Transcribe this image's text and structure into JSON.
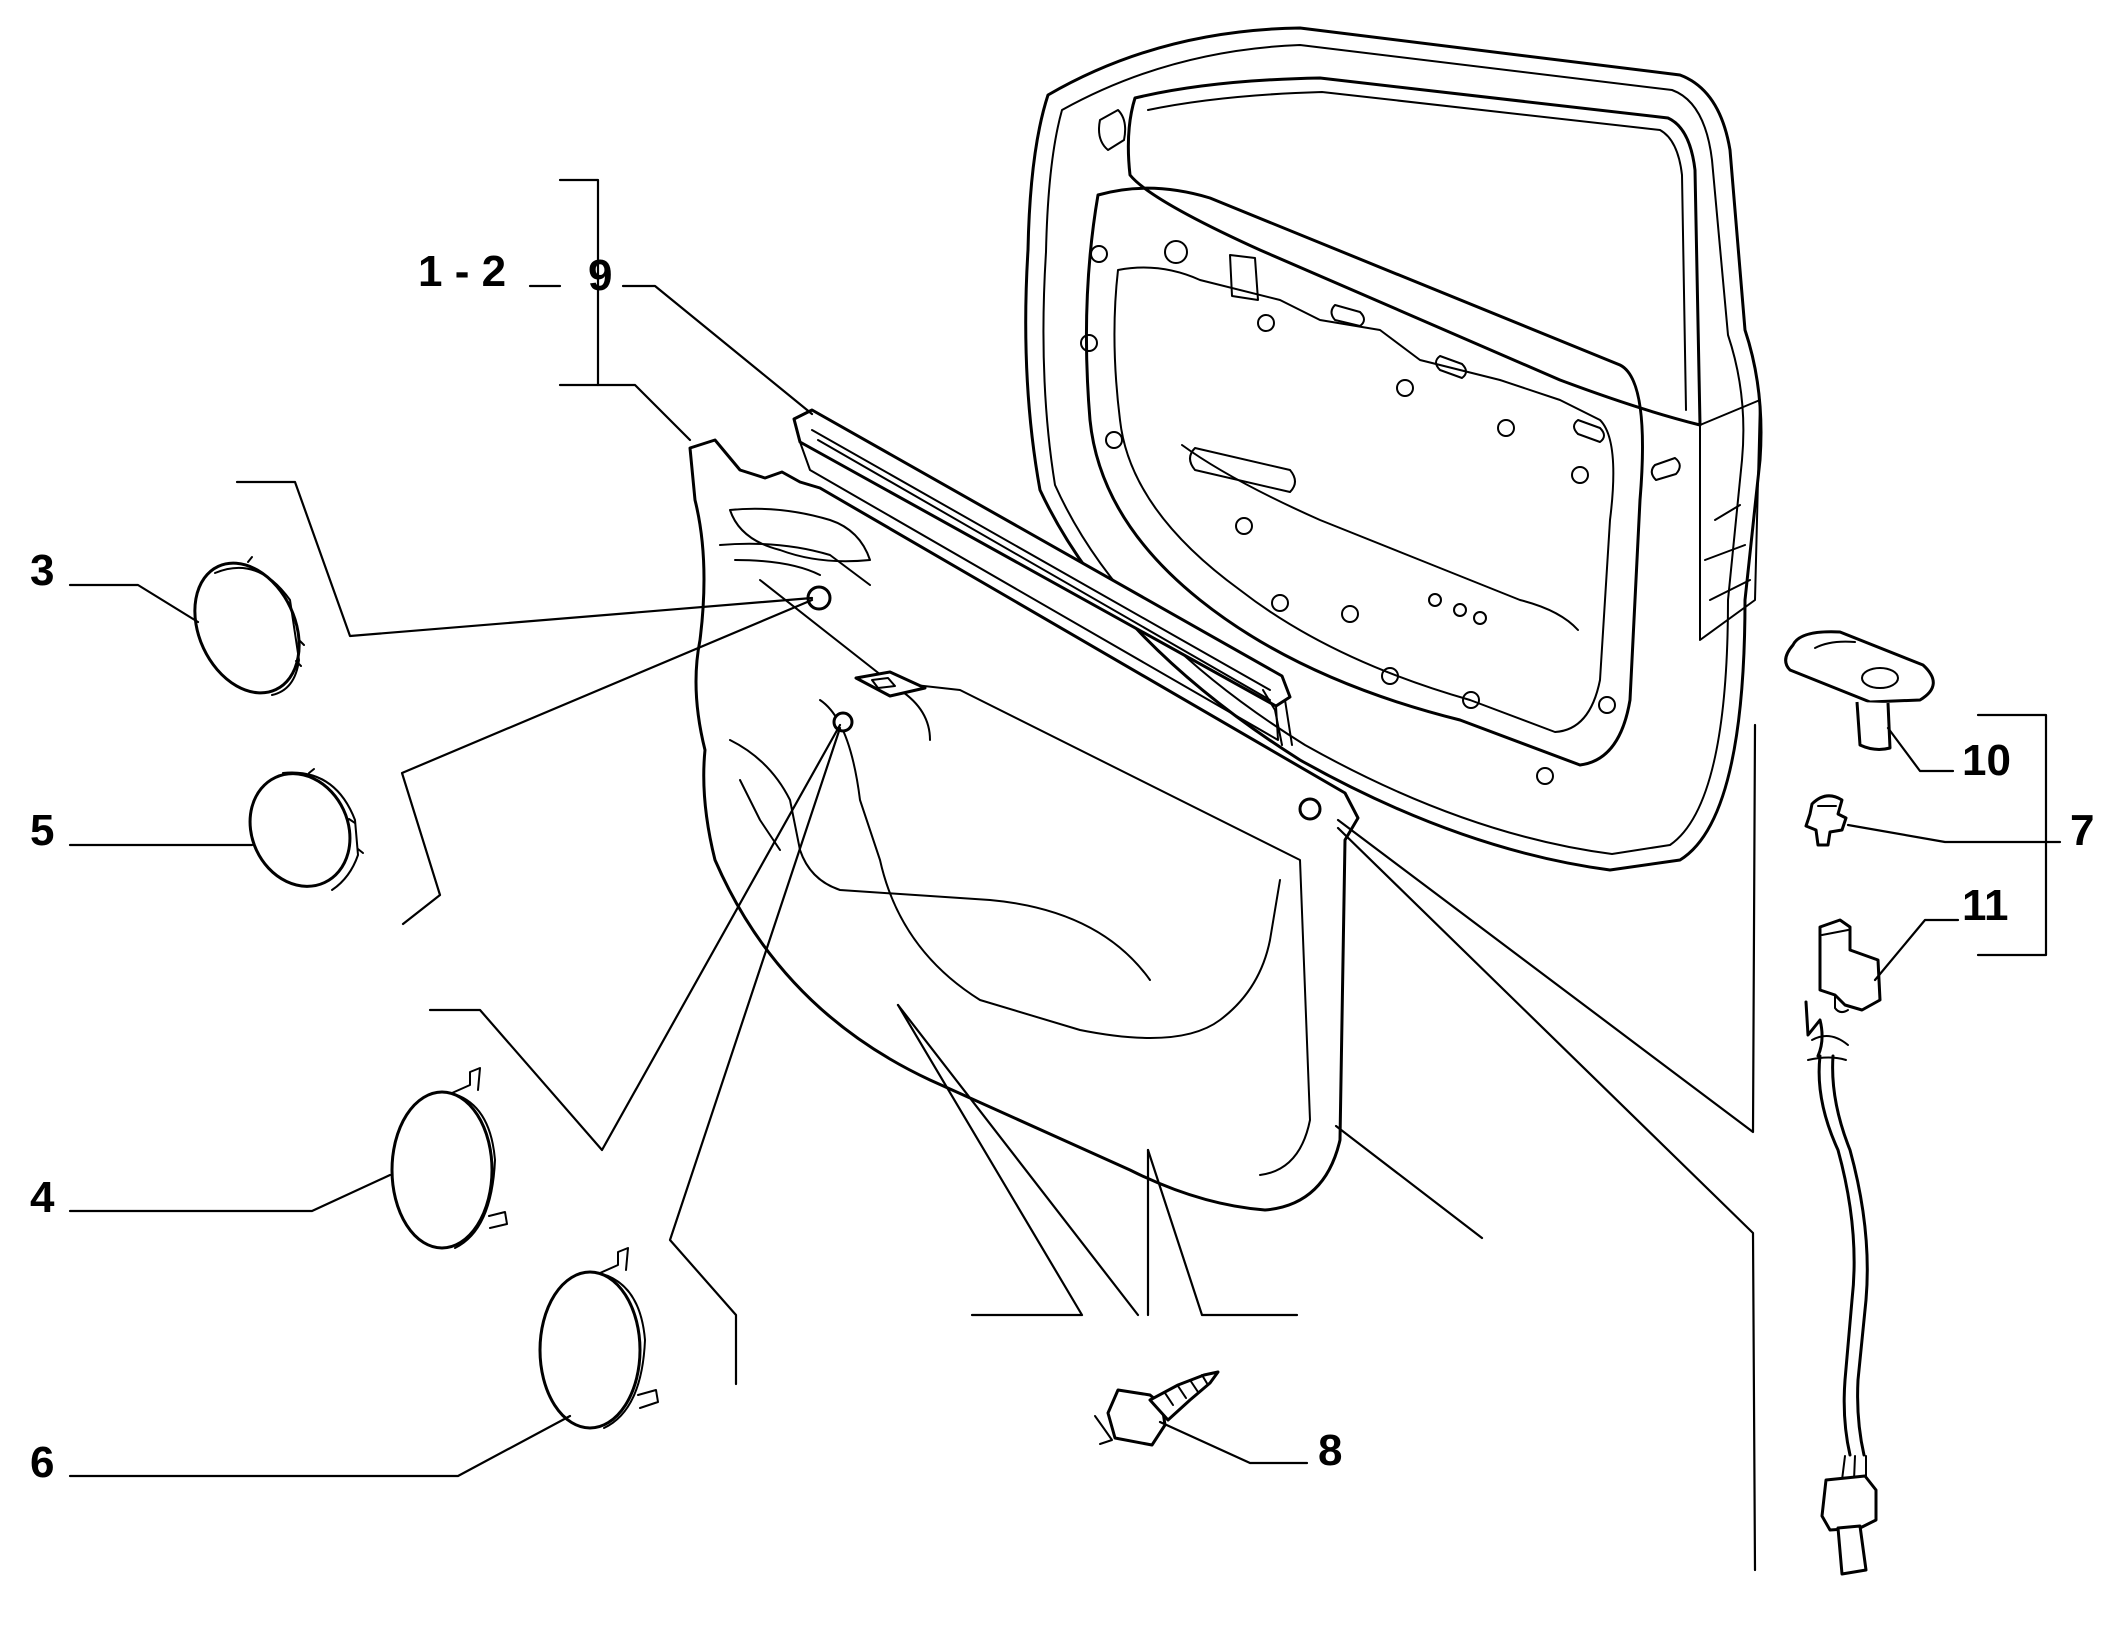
{
  "callouts": [
    {
      "id": "1-2",
      "text": "1 - 2"
    },
    {
      "id": "9",
      "text": "9"
    },
    {
      "id": "3",
      "text": "3"
    },
    {
      "id": "5",
      "text": "5"
    },
    {
      "id": "4",
      "text": "4"
    },
    {
      "id": "6",
      "text": "6"
    },
    {
      "id": "8",
      "text": "8"
    },
    {
      "id": "10",
      "text": "10"
    },
    {
      "id": "7",
      "text": "7"
    },
    {
      "id": "11",
      "text": "11"
    }
  ]
}
